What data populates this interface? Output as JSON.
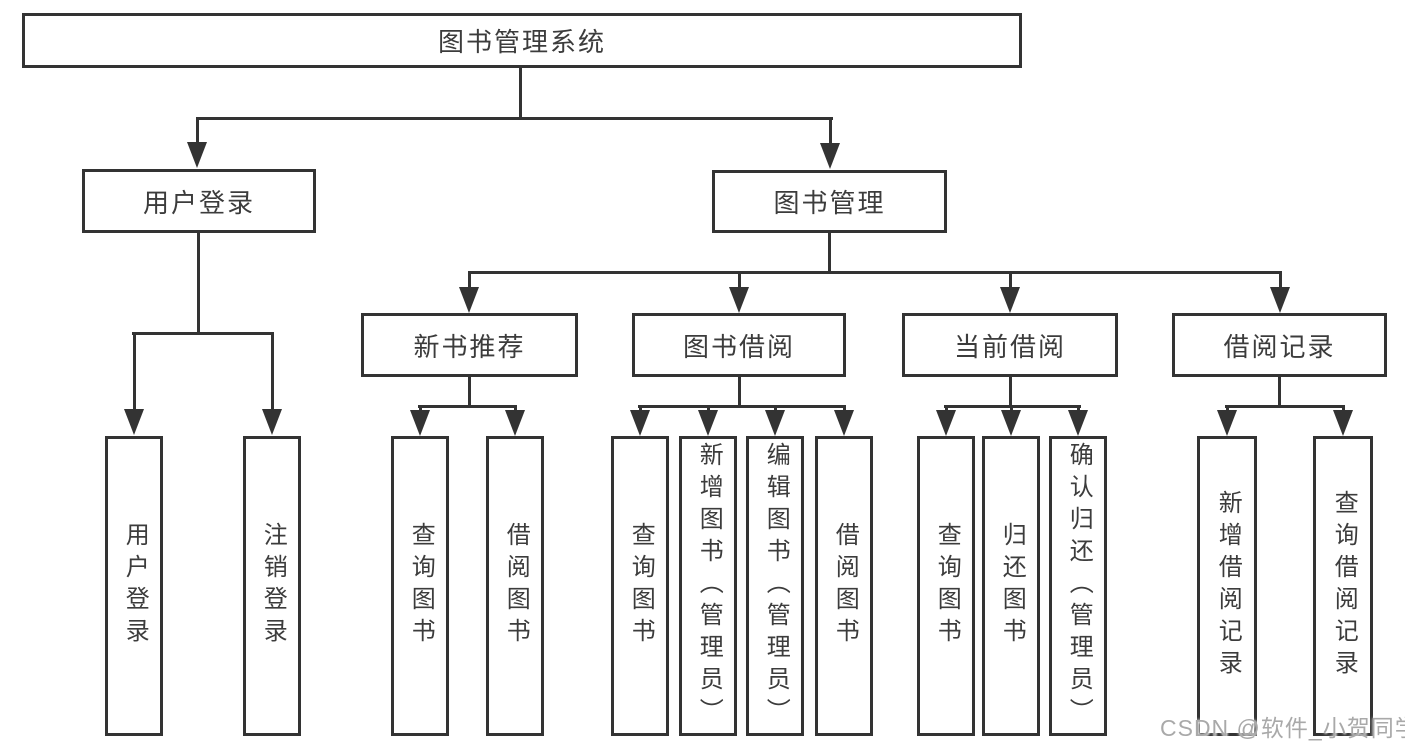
{
  "nodes": {
    "root": "图书管理系统",
    "user_login": "用户登录",
    "book_mgmt": "图书管理",
    "new_books": "新书推荐",
    "book_borrow": "图书借阅",
    "current_borrow": "当前借阅",
    "borrow_records": "借阅记录",
    "leaves": {
      "user_login": [
        "用户登录",
        "注销登录"
      ],
      "new_books": [
        "查询图书",
        "借阅图书"
      ],
      "book_borrow": [
        "查询图书",
        "新增图书（管理员）",
        "编辑图书（管理员）",
        "借阅图书"
      ],
      "current_borrow": [
        "查询图书",
        "归还图书",
        "确认归还（管理员）"
      ],
      "borrow_records": [
        "新增借阅记录",
        "查询借阅记录"
      ]
    }
  },
  "watermark": "CSDN @软件_小贺同学",
  "colors": {
    "line": "#333333",
    "text": "#3c3c3c",
    "watermark": "#a9a9a9",
    "background": "#ffffff"
  }
}
